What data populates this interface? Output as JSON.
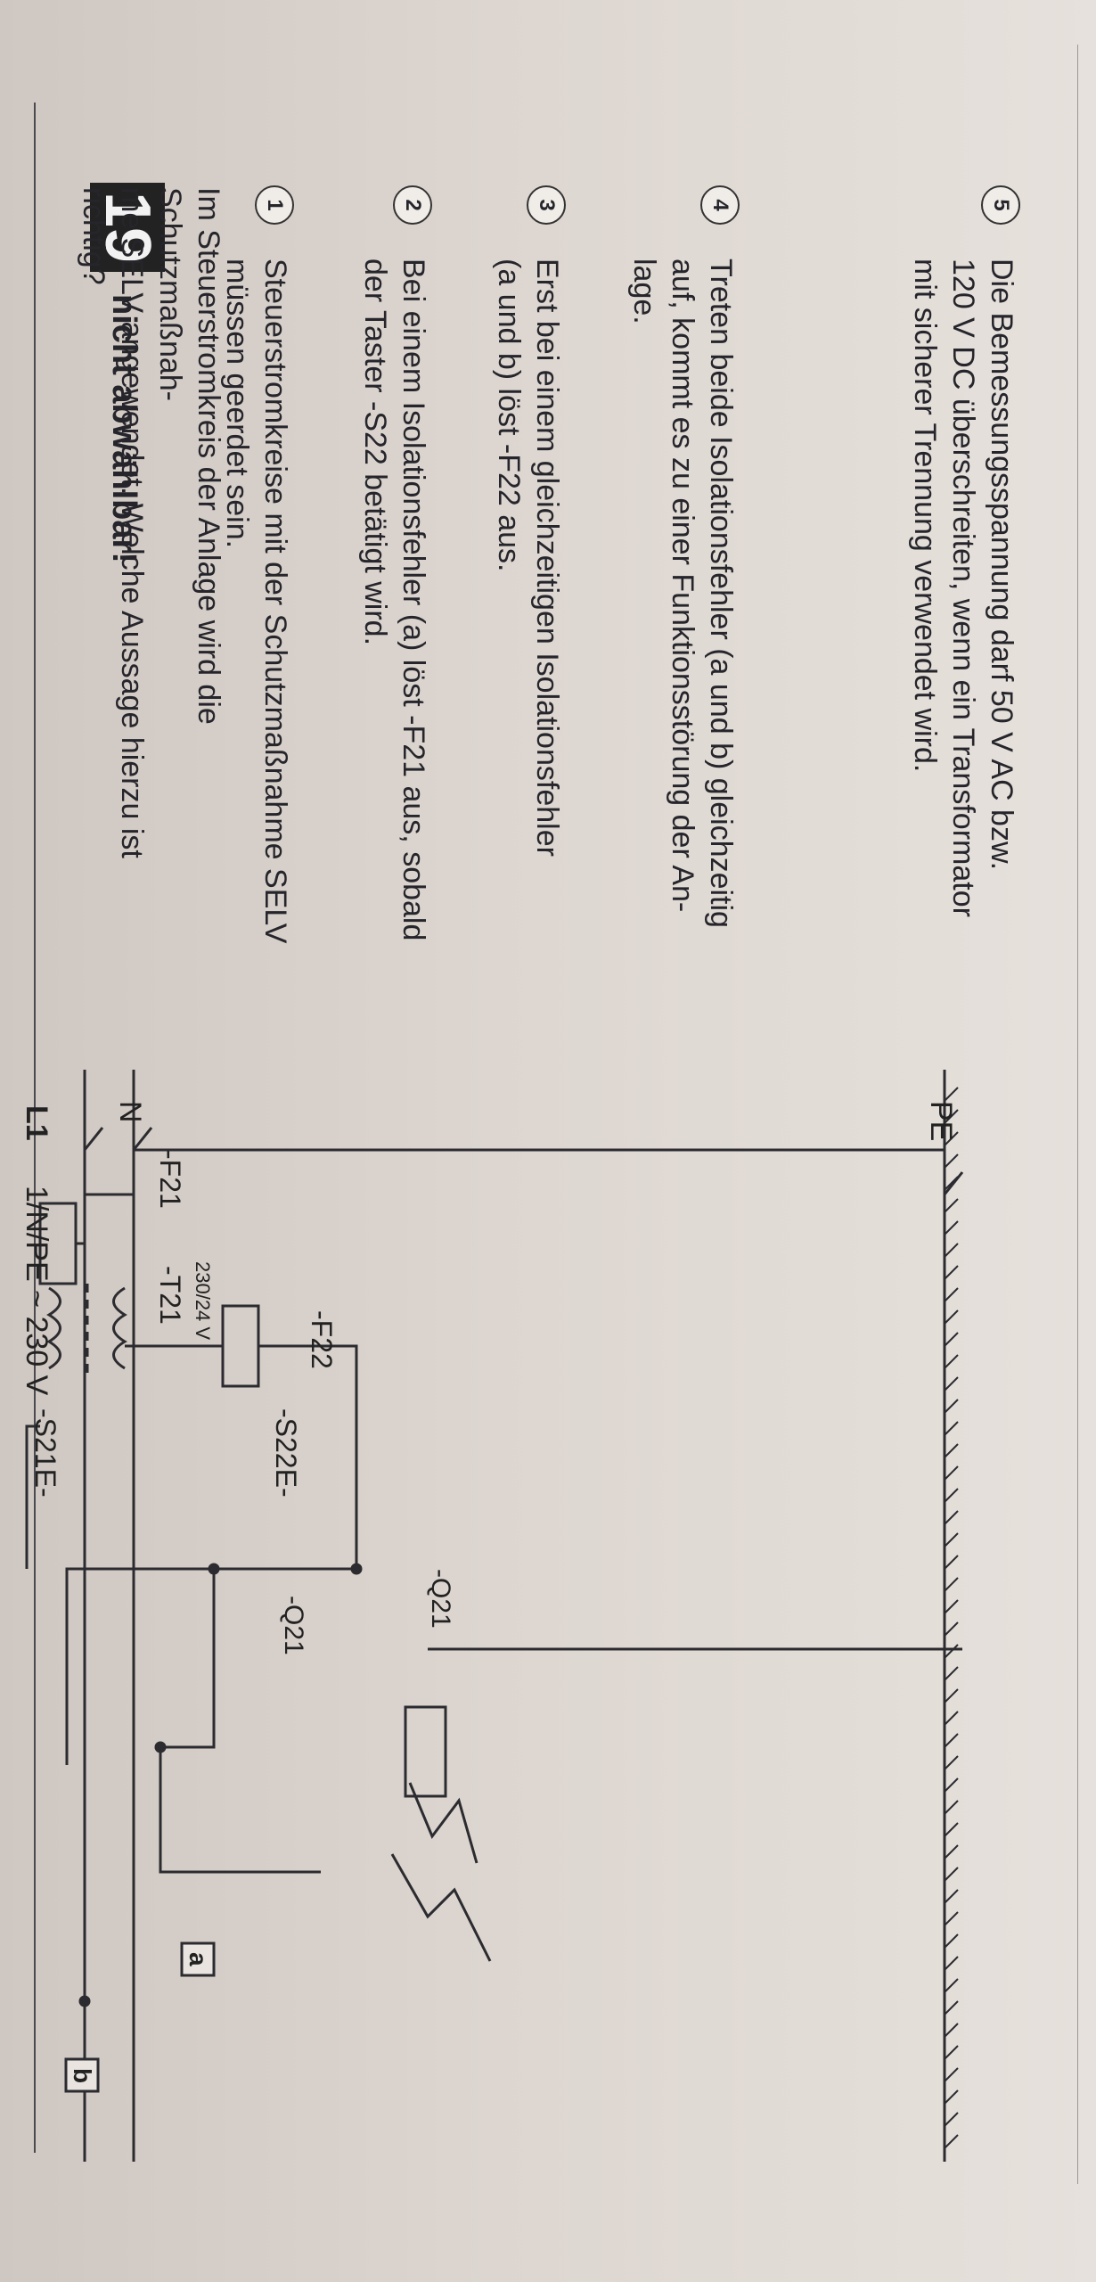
{
  "question": {
    "number": "19",
    "tag": "nicht abwählbar!",
    "text_line1": "Im Steuerstromkreis der Anlage wird die Schutzmaßnah-",
    "text_line2": "me SELV angewendet. Welche Aussage hierzu ist richtig?"
  },
  "answers": [
    {
      "num": "1",
      "line1": "Steuerstromkreise mit der Schutzmaßnahme SELV",
      "line2": "müssen geerdet sein.",
      "line3": ""
    },
    {
      "num": "2",
      "line1": "Bei einem Isolationsfehler (a) löst -F21 aus, sobald",
      "line2": "der Taster -S22 betätigt wird.",
      "line3": ""
    },
    {
      "num": "3",
      "line1": "Erst bei einem gleichzeitigen Isolationsfehler",
      "line2": "(a und b) löst -F22 aus.",
      "line3": ""
    },
    {
      "num": "4",
      "line1": "Treten beide Isolationsfehler (a und b) gleichzeitig",
      "line2": "auf, kommt es zu einer Funktionsstörung der An-",
      "line3": "lage."
    },
    {
      "num": "5",
      "line1": "Die Bemessungsspannung darf 50 V AC bzw.",
      "line2": "120 V DC überschreiten, wenn ein Transformator",
      "line3": "mit sicherer Trennung verwendet wird."
    }
  ],
  "circuit": {
    "l1": "L1",
    "supply": "1/N/PE ~ 230 V",
    "n": "N",
    "pe": "PE",
    "f21": "-F21",
    "t21": "-T21",
    "t21_voltage": "230/24 V",
    "f22": "-F22",
    "s21": "-S21E-",
    "s22": "-S22E-",
    "q21_contact": "-Q21",
    "q21_coil": "-Q21",
    "fault_a": "a",
    "fault_b": "b"
  }
}
